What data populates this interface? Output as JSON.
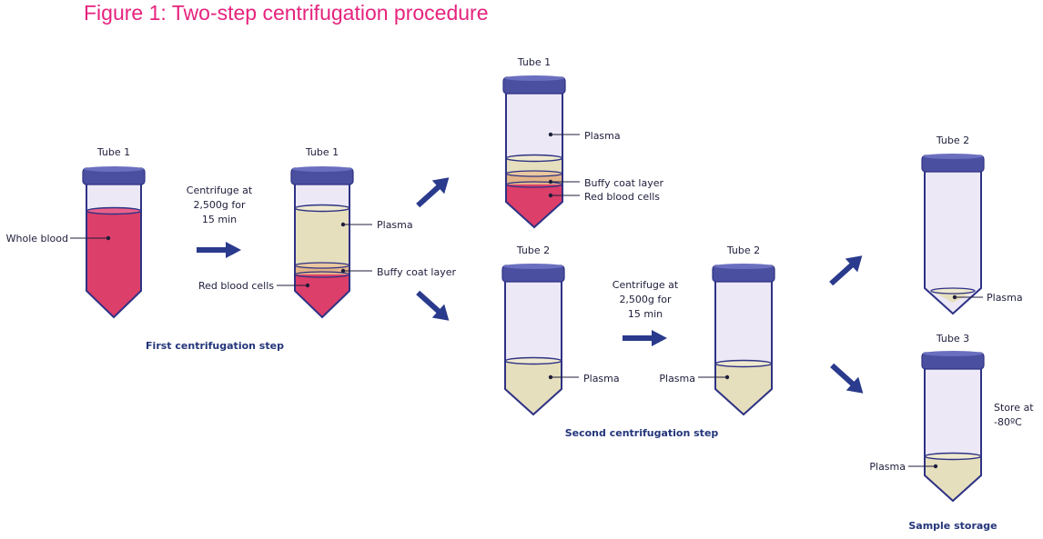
{
  "title": "Figure 1: Two-step centrifugation procedure",
  "colors": {
    "title": "#e6237e",
    "cap": "#4b4fa0",
    "cap_dark": "#2e3284",
    "tube_glass": "#ece8f6",
    "tube_outline": "#2e3284",
    "blood": "#dc3f6a",
    "plasma": "#e6dfbd",
    "buffy": "#e2b589",
    "arrow": "#2a3a8c",
    "step_label": "#23357a"
  },
  "steps": {
    "first": "First centrifugation step",
    "second": "Second centrifugation step",
    "storage": "Sample storage"
  },
  "centrifuge_1": [
    "Centrifuge at",
    "2,500g for",
    "15 min"
  ],
  "centrifuge_2": [
    "Centrifuge at",
    "2,500g for",
    "15 min"
  ],
  "store_note": [
    "Store at",
    "-80ºC"
  ],
  "tubes": {
    "a": {
      "label": "Tube 1",
      "contents": [
        "Whole blood"
      ]
    },
    "b": {
      "label": "Tube 1",
      "contents": [
        "Plasma",
        "Buffy coat layer",
        "Red blood cells"
      ]
    },
    "c": {
      "label": "Tube 1",
      "contents": [
        "Plasma",
        "Buffy coat layer",
        "Red blood cells"
      ]
    },
    "d": {
      "label": "Tube 2",
      "contents": [
        "Plasma"
      ]
    },
    "e": {
      "label": "Tube 2",
      "contents": [
        "Plasma"
      ]
    },
    "f": {
      "label": "Tube 2",
      "contents": [
        "Plasma"
      ]
    },
    "g": {
      "label": "Tube 3",
      "contents": [
        "Plasma"
      ]
    }
  },
  "arrows": [
    "right-arrow",
    "up-right-arrow",
    "down-right-arrow",
    "right-arrow",
    "up-right-arrow",
    "down-right-arrow"
  ]
}
